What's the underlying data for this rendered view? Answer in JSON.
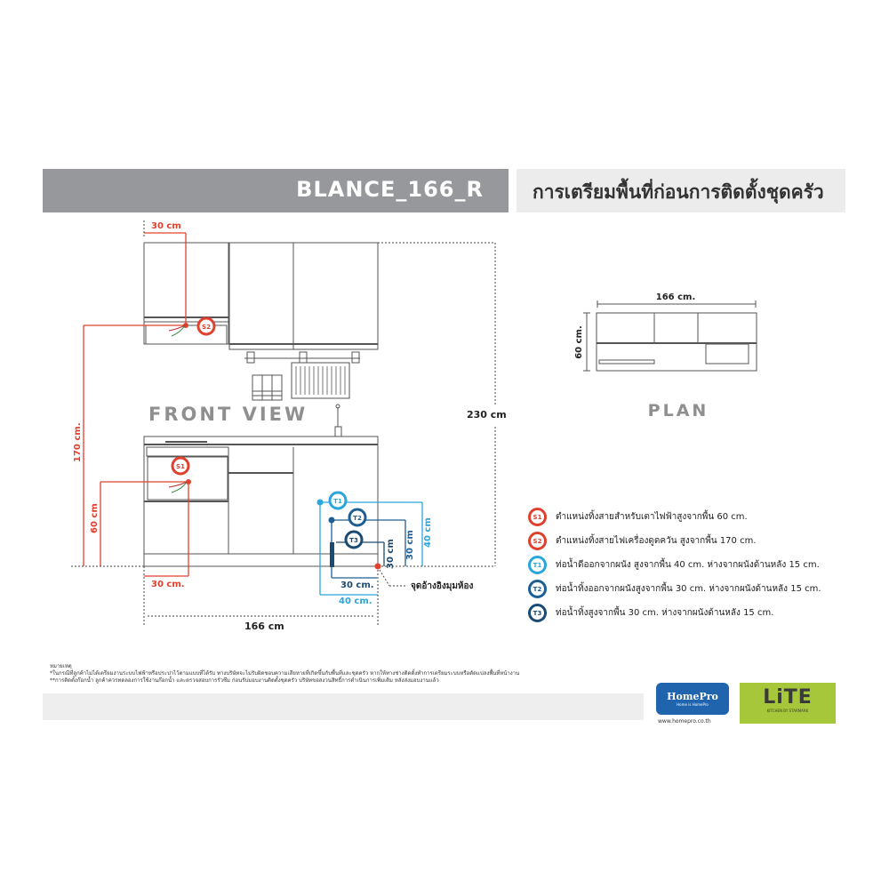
{
  "header": {
    "model": "BLANCE_166_R",
    "title": "การเตรียมพื้นที่ก่อนการติดตั้งชุดครัว"
  },
  "front_view": {
    "label": "FRONT VIEW",
    "dim_top_30": "30 cm",
    "dim_height_170": "170 cm.",
    "dim_height_60": "60 cm",
    "dim_bottom_30": "30 cm.",
    "dim_total_height": "230 cm",
    "dim_width": "166 cm",
    "dim_t3_30": "30 cm",
    "dim_t2_30": "30 cm",
    "dim_t1_40": "40 cm",
    "dim_horiz_30": "30 cm.",
    "dim_horiz_40": "40 cm.",
    "ref_point_label": "จุดอ้างอิงมุมห้อง",
    "markers": {
      "s1": "S1",
      "s2": "S2",
      "t1": "T1",
      "t2": "T2",
      "t3": "T3"
    }
  },
  "plan": {
    "label": "PLAN",
    "width": "166 cm.",
    "depth": "60 cm."
  },
  "legend": [
    {
      "code": "S1",
      "color": "#e0412e",
      "text": "ตำแหน่งทิ้งสายสำหรับเตาไฟฟ้าสูงจากพื้น 60 cm."
    },
    {
      "code": "S2",
      "color": "#e0412e",
      "text": "ตำแหน่งทิ้งสายไฟเครื่องดูดควัน สูงจากพื้น 170 cm."
    },
    {
      "code": "T1",
      "color": "#2aa6dc",
      "text": "ท่อน้ำดีออกจากผนัง สูงจากพื้น 40 cm. ห่างจากผนังด้านหลัง 15 cm."
    },
    {
      "code": "T2",
      "color": "#1d5f95",
      "text": "ท่อน้ำทิ้งออกจากผนังสูงจากพื้น 30 cm. ห่างจากผนังด้านหลัง 15 cm."
    },
    {
      "code": "T3",
      "color": "#1b4a73",
      "text": "ท่อน้ำทิ้งสูงจากพื้น 30 cm. ห่างจากผนังด้านหลัง 15 cm."
    }
  ],
  "notes": {
    "heading": "หมายเหตุ",
    "line1": "*ในกรณีที่ลูกค้าไม่ได้เตรียมงานระบบไฟฟ้าหรือประปาไว้ตามแบบที่ได้รับ ทางบริษัทจะไม่รับผิดชอบความเสียหายที่เกิดขึ้นกับพื้นที่และชุดครัว หากให้ทางช่างติดตั้งทำการเตรียมระบบหรือดัดแปลงพื้นที่หน้างาน",
    "line2": "**การติดตั้งก๊อกน้ำ ลูกค้าควรทดลองการใช้งานก๊อกน้ำ และตรวจสอบการรั่วซึม ก่อนรับมอบงานติดตั้งชุดครัว บริษัทขอสงวนสิทธิ์การดำเนินการเพิ่มเติม หลังส่งมอบงานแล้ว"
  },
  "brands": {
    "homepro_name": "HomePro",
    "homepro_tagline": "Home is HomePro",
    "homepro_url": "www.homepro.co.th",
    "lite_name": "LiTE",
    "lite_tagline": "KITCHEN BY STARMARK"
  },
  "colors": {
    "red": "#e0412e",
    "light_blue": "#2aa6dc",
    "mid_blue": "#1d5f95",
    "dark_blue": "#1b4a73",
    "header_gray": "#97989b"
  }
}
